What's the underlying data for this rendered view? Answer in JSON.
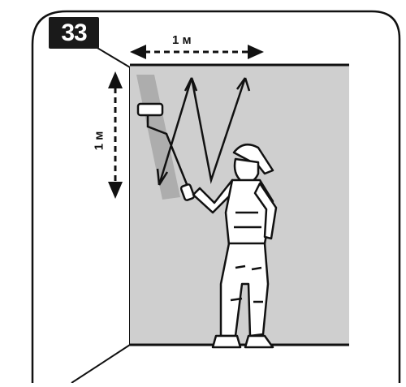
{
  "step_number": "33",
  "dimension_horizontal": "1 м",
  "dimension_vertical": "1 м",
  "colors": {
    "wall_fill": "#cfcfcf",
    "badge_fill": "#1a1a1a",
    "stroke": "#111111",
    "roller_smear": "#a8a8a8"
  },
  "icons": [
    "paint-roller-icon",
    "painter-figure-icon",
    "zigzag-arrow-icon",
    "double-arrow-icon"
  ]
}
